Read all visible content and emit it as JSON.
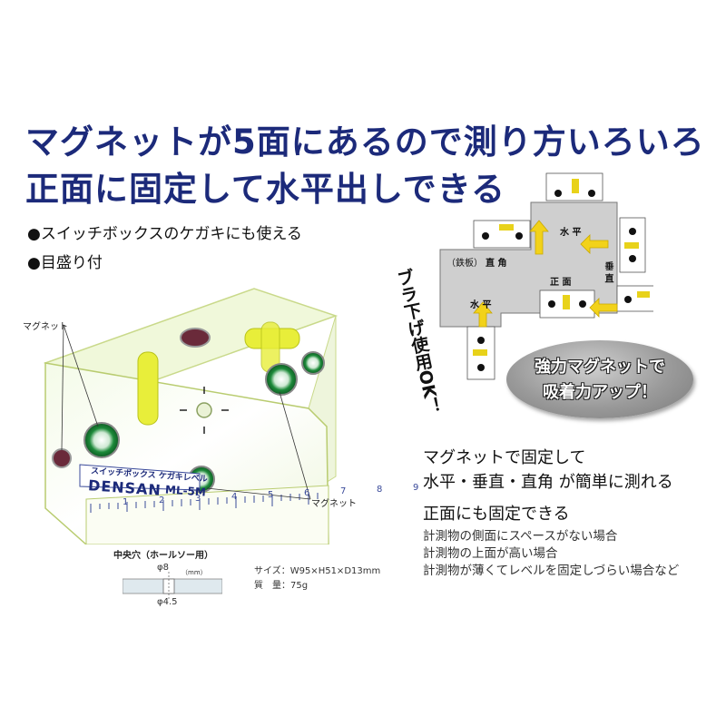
{
  "headline": {
    "line1": "マグネットが5面にあるので測り方いろいろ",
    "line2": "正面に固定して水平出しできる"
  },
  "bullets": [
    "●スイッチボックスのケガキにも使える",
    "●目盛り付"
  ],
  "product": {
    "brand": "DENSAN",
    "model": "ML-5M",
    "label": "スイッチボックス ケガキレベル",
    "scale_numbers": [
      "1",
      "2",
      "3",
      "4",
      "5",
      "6",
      "7",
      "8",
      "9"
    ],
    "callout_magnet_left": "マグネット",
    "callout_magnet_right": "マグネット",
    "center_hole_title": "中央穴（ホールソー用）",
    "center_hole_unit": "（mm）",
    "center_hole_d1": "φ8",
    "center_hole_d2": "φ4.5"
  },
  "specs": {
    "size": "サイズ：W95×H51×D13mm",
    "weight": "質　量：75g"
  },
  "diagram": {
    "plate_label": "（鉄板）",
    "label_horizontal_top": "水 平",
    "label_right_angle": "直 角",
    "label_vertical": "垂 直",
    "label_front": "正 面",
    "label_horizontal_bottom": "水 平",
    "hanging_text": "ブラ下げ使用OK！"
  },
  "badge": {
    "line1": "強力マグネットで",
    "line2": "吸着力アップ！"
  },
  "description": {
    "line1": "マグネットで固定して",
    "line2": "水平・垂直・直角 が簡単に測れる",
    "line3": "正面にも固定できる",
    "cases": [
      "計測物の側面にスペースがない場合",
      "計測物の上面が高い場合",
      "計測物が薄くてレベルを固定しづらい場合など"
    ]
  },
  "colors": {
    "headline": "#1c2a7a",
    "bubble_vial": "#e8ee3a",
    "magnet_green": "#1d8a3a",
    "plate_gray": "#cfcfcf",
    "arrow_yellow": "#f2d21a",
    "badge_gray": "#9a9a9a"
  }
}
